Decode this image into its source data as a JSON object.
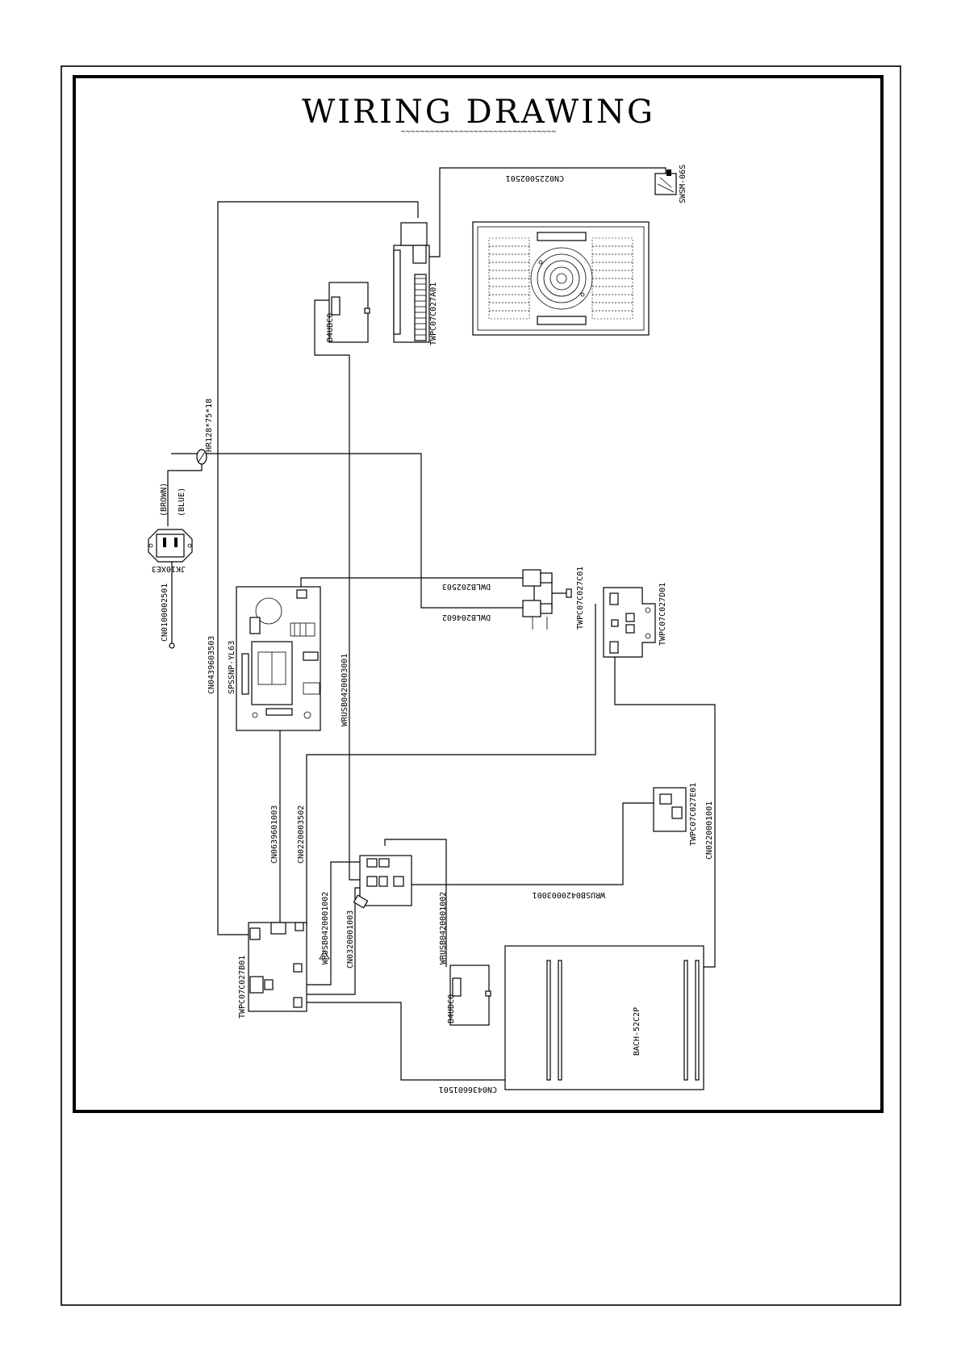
{
  "title": "WIRING DRAWING",
  "title_underline": "~~~~~~~~~~~~~~~~~~~~~~~~~~~~~~~~",
  "labels": {
    "cn0225002501": "CN0225002501",
    "swsm06s": "SWSM-06S",
    "twpc07c027a01": "TWPC07C027A01",
    "b4ubc0_top": "B4UBC0",
    "hr": "HR128*75*18",
    "brown": "(BROWN)",
    "blue": "(BLUE)",
    "inlet": "JK10XE3",
    "cn0100002501": "CN0100002501",
    "cn0439603503": "CN0439603503",
    "spssnp": "SPSSNP-YL63",
    "wrusb_w1": "WRUSB0420003001",
    "dwlb2502": "DWLB202503",
    "dwlb2602": "DWLB204602",
    "twpc07c027c01": "TWPC07C027C01",
    "twpc07c027d01": "TWPC07C027D01",
    "cn0639601003": "CN0639601003",
    "cn0220003502": "CN0220003502",
    "twpc07c027e01": "TWPC07C027E01",
    "cn0220001001": "CN0220001001",
    "wrusb_w1_b": "WRUSB0420003001",
    "wrusb_w2_a": "WRUSB0420001002",
    "cn0320001003": "CN0320001003",
    "wrusb_w2_b": "WRUSB0420001002",
    "b4ubc0_bottom": "B4UBC0",
    "twpc07c027b01": "TWPC07C027B01",
    "bach": "BACH-52C2P",
    "cn0436601501": "CN0436601501"
  }
}
